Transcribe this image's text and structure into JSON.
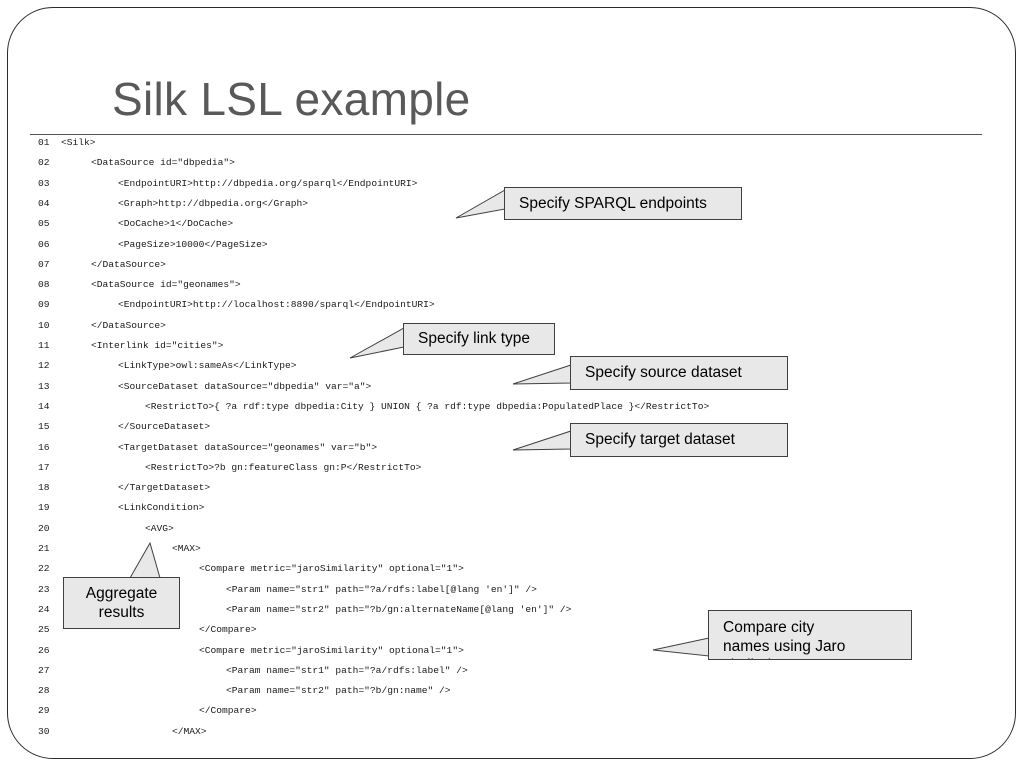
{
  "title": "Silk LSL example",
  "code": [
    {
      "ln": "01",
      "indent": 0,
      "text": "<Silk>"
    },
    {
      "ln": "02",
      "indent": 1,
      "text": "<DataSource id=\"dbpedia\">"
    },
    {
      "ln": "03",
      "indent": 2,
      "text": "<EndpointURI>http://dbpedia.org/sparql</EndpointURI>"
    },
    {
      "ln": "04",
      "indent": 2,
      "text": "<Graph>http://dbpedia.org</Graph>"
    },
    {
      "ln": "05",
      "indent": 2,
      "text": "<DoCache>1</DoCache>"
    },
    {
      "ln": "06",
      "indent": 2,
      "text": "<PageSize>10000</PageSize>"
    },
    {
      "ln": "07",
      "indent": 1,
      "text": "</DataSource>"
    },
    {
      "ln": "08",
      "indent": 1,
      "text": "<DataSource id=\"geonames\">"
    },
    {
      "ln": "09",
      "indent": 2,
      "text": "<EndpointURI>http://localhost:8890/sparql</EndpointURI>"
    },
    {
      "ln": "10",
      "indent": 1,
      "text": "</DataSource>"
    },
    {
      "ln": "11",
      "indent": 1,
      "text": "<Interlink id=\"cities\">"
    },
    {
      "ln": "12",
      "indent": 2,
      "text": "<LinkType>owl:sameAs</LinkType>"
    },
    {
      "ln": "13",
      "indent": 2,
      "text": "<SourceDataset dataSource=\"dbpedia\" var=\"a\">"
    },
    {
      "ln": "14",
      "indent": 3,
      "text": "<RestrictTo>{ ?a rdf:type dbpedia:City } UNION { ?a rdf:type dbpedia:PopulatedPlace }</RestrictTo>"
    },
    {
      "ln": "15",
      "indent": 2,
      "text": "</SourceDataset>"
    },
    {
      "ln": "16",
      "indent": 2,
      "text": "<TargetDataset dataSource=\"geonames\" var=\"b\">"
    },
    {
      "ln": "17",
      "indent": 3,
      "text": "<RestrictTo>?b gn:featureClass gn:P</RestrictTo>"
    },
    {
      "ln": "18",
      "indent": 2,
      "text": "</TargetDataset>"
    },
    {
      "ln": "19",
      "indent": 2,
      "text": "<LinkCondition>"
    },
    {
      "ln": "20",
      "indent": 3,
      "text": "<AVG>"
    },
    {
      "ln": "21",
      "indent": 4,
      "text": "<MAX>"
    },
    {
      "ln": "22",
      "indent": 5,
      "text": "<Compare metric=\"jaroSimilarity\" optional=\"1\">"
    },
    {
      "ln": "23",
      "indent": 6,
      "text": "<Param name=\"str1\" path=\"?a/rdfs:label[@lang 'en']\" />"
    },
    {
      "ln": "24",
      "indent": 6,
      "text": "<Param name=\"str2\" path=\"?b/gn:alternateName[@lang 'en']\" />"
    },
    {
      "ln": "25",
      "indent": 5,
      "text": "</Compare>"
    },
    {
      "ln": "26",
      "indent": 5,
      "text": "<Compare metric=\"jaroSimilarity\" optional=\"1\">"
    },
    {
      "ln": "27",
      "indent": 6,
      "text": "<Param name=\"str1\" path=\"?a/rdfs:label\" />"
    },
    {
      "ln": "28",
      "indent": 6,
      "text": "<Param name=\"str2\" path=\"?b/gn:name\" />"
    },
    {
      "ln": "29",
      "indent": 5,
      "text": "</Compare>"
    },
    {
      "ln": "30",
      "indent": 4,
      "text": "</MAX>"
    }
  ],
  "callouts": {
    "sparql": "Specify SPARQL endpoints",
    "link_type": "Specify link type",
    "source": "Specify source dataset",
    "target": "Specify target dataset",
    "aggregate": "Aggregate results",
    "compare": "Compare city names using Jaro similarity"
  },
  "colors": {
    "title": "#595959",
    "callout_fill": "#e8e8e8",
    "callout_border": "#404040"
  }
}
